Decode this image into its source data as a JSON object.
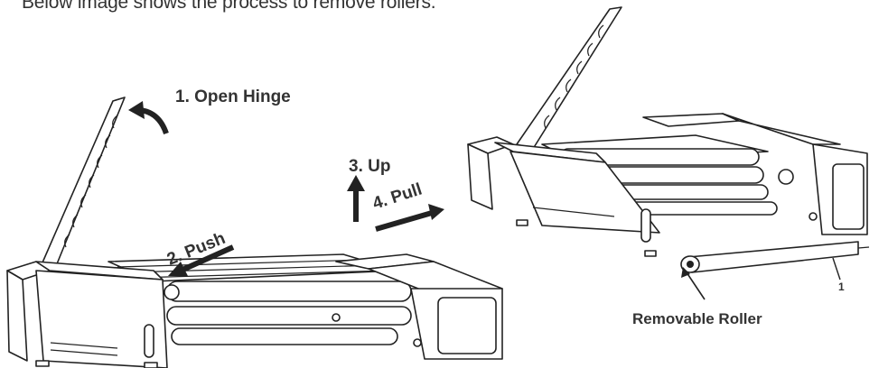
{
  "intro_text": "Below image shows the process to remove rollers.",
  "steps": {
    "step1": "1. Open Hinge",
    "step2": "2. Push",
    "step3": "3. Up",
    "step4": "4. Pull"
  },
  "callouts": {
    "removable_roller": "Removable Roller",
    "part_number": "1"
  }
}
